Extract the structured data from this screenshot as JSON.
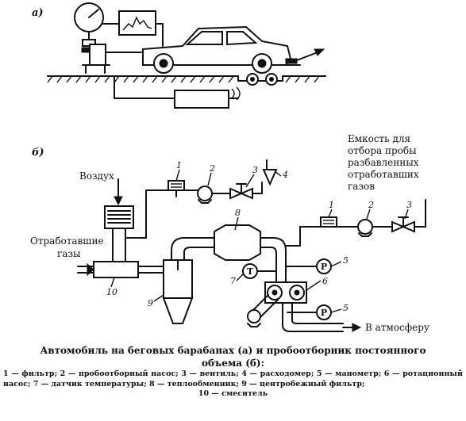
{
  "panels": {
    "a": "а)",
    "b": "б)"
  },
  "labels": {
    "air": "Воздух",
    "exhaust_line1": "Отработавшие",
    "exhaust_line2": "газы",
    "container": [
      "Емкость для",
      "отбора пробы",
      "разбавленных",
      "отработавших",
      "газов"
    ],
    "to_atmosphere": "В атмосферу"
  },
  "numbers": {
    "filter_left": "1",
    "pump_left": "2",
    "valve_left": "3",
    "flowmeter": "4",
    "heat_exchanger": "8",
    "pump_right": "2",
    "filter_right": "1",
    "valve_right": "3",
    "manometer_top": "5",
    "manometer_bottom": "5",
    "temp_sensor": "7",
    "pump_main": "6",
    "cyclone": "9",
    "mixer": "10"
  },
  "symbols": {
    "temperature": "T",
    "pressure_top": "P",
    "pressure_bottom": "P"
  },
  "caption": {
    "title_line1": "Автомобиль на беговых барабанах (а) и пробоотборник постоянного",
    "title_line2": "объема (б):",
    "legend": "1 — фильтр; 2 — пробоотборный насос; 3 — вентиль; 4 — расходомер; 5 — манометр; 6 — ротационный насос; 7 — датчик температуры; 8 — теплообменник; 9 — центробежный фильтр;",
    "legend_last": "10 — смеситель"
  }
}
